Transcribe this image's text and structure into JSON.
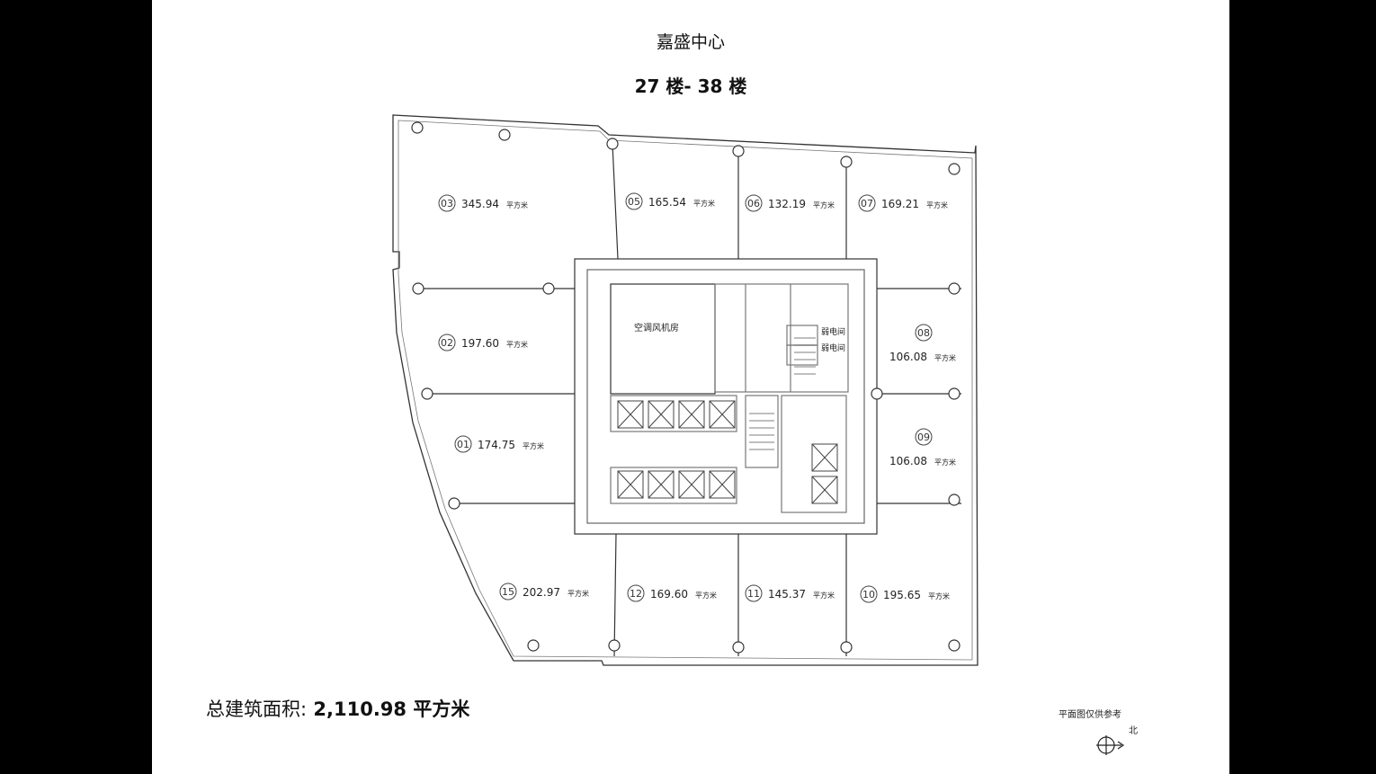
{
  "building_name": "嘉盛中心",
  "floors": "27 楼- 38 楼",
  "total_area_label": "总建筑面积:",
  "total_area_value": "2,110.98 平方米",
  "reference_note": "平面图仅供参考",
  "north_label": "北",
  "unit": "平方米",
  "core_labels": {
    "ac_room": "空调风机房",
    "weak_room_1": "弱电间",
    "weak_room_2": "弱电间"
  },
  "units": [
    {
      "id": "03",
      "area": "345.94"
    },
    {
      "id": "05",
      "area": "165.54"
    },
    {
      "id": "06",
      "area": "132.19"
    },
    {
      "id": "07",
      "area": "169.21"
    },
    {
      "id": "02",
      "area": "197.60"
    },
    {
      "id": "08",
      "area": "106.08"
    },
    {
      "id": "01",
      "area": "174.75"
    },
    {
      "id": "09",
      "area": "106.08"
    },
    {
      "id": "15",
      "area": "202.97"
    },
    {
      "id": "12",
      "area": "169.60"
    },
    {
      "id": "11",
      "area": "145.37"
    },
    {
      "id": "10",
      "area": "195.65"
    }
  ]
}
